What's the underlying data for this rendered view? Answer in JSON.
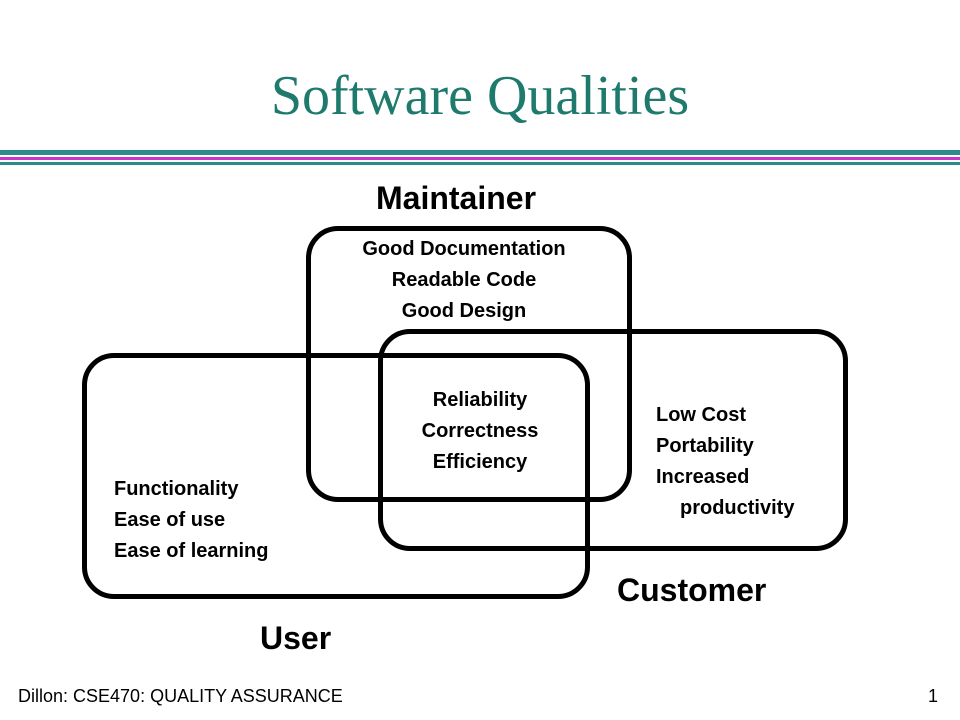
{
  "slide": {
    "title": "Software Qualities",
    "footer_left": "Dillon: CSE470: QUALITY ASSURANCE",
    "page_number": "1"
  },
  "diagram": {
    "maintainer": {
      "label": "Maintainer",
      "items": [
        "Good Documentation",
        "Readable Code",
        "Good Design"
      ]
    },
    "shared": {
      "items": [
        "Reliability",
        "Correctness",
        "Efficiency"
      ]
    },
    "customer": {
      "label": "Customer",
      "items": [
        "Low Cost",
        "Portability",
        "Increased",
        "productivity"
      ]
    },
    "user": {
      "label": "User",
      "items": [
        "Functionality",
        "Ease of use",
        "Ease of learning"
      ]
    }
  },
  "colors": {
    "title": "#1f7a6e",
    "rule_teal": "#2e8b8b",
    "rule_magenta": "#cc33cc"
  }
}
